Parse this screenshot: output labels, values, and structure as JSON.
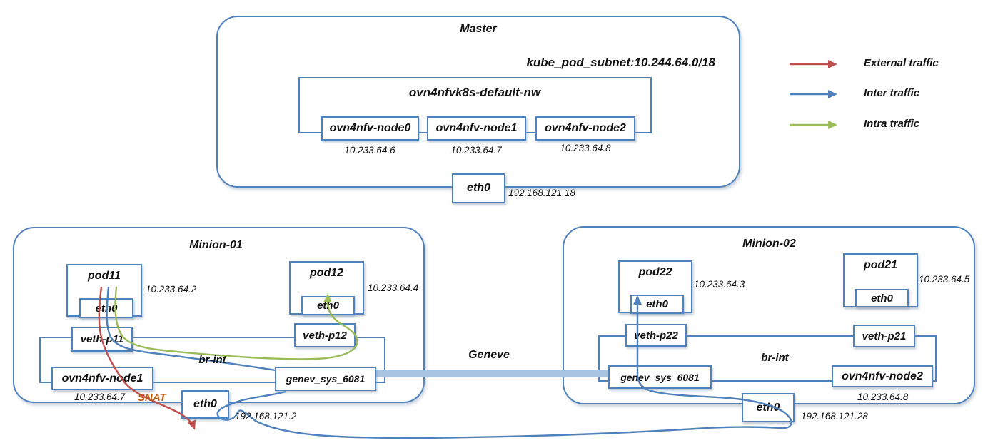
{
  "colors": {
    "box_border": "#4f81bd",
    "external_traffic": "#c0504d",
    "inter_traffic": "#4f81bd",
    "intra_traffic": "#9bbb59",
    "tunnel_band": "#a9c4e1",
    "snat_text": "#c55a11"
  },
  "legend": {
    "items": [
      {
        "label": "External traffic"
      },
      {
        "label": "Inter traffic"
      },
      {
        "label": "Intra traffic"
      }
    ]
  },
  "master": {
    "title": "Master",
    "subnet_label": "kube_pod_subnet:10.244.64.0/18",
    "network": {
      "name": "ovn4nfvk8s-default-nw",
      "nodes": [
        {
          "name": "ovn4nfv-node0",
          "ip": "10.233.64.6"
        },
        {
          "name": "ovn4nfv-node1",
          "ip": "10.233.64.7"
        },
        {
          "name": "ovn4nfv-node2",
          "ip": "10.233.64.8"
        }
      ]
    },
    "eth": {
      "name": "eth0",
      "ip": "192.168.121.18"
    }
  },
  "minion01": {
    "title": "Minion-01",
    "pods": [
      {
        "name": "pod11",
        "eth": "eth0",
        "ip": "10.233.64.2"
      },
      {
        "name": "pod12",
        "eth": "eth0",
        "ip": "10.233.64.4"
      }
    ],
    "veths": [
      {
        "name": "veth-p11"
      },
      {
        "name": "veth-p12"
      }
    ],
    "bridge": "br-int",
    "ovn_node": {
      "name": "ovn4nfv-node1",
      "ip": "10.233.64.7"
    },
    "tunnel_port": "genev_sys_6081",
    "eth": {
      "name": "eth0",
      "ip": "192.168.121.2"
    },
    "snat_label": "SNAT"
  },
  "minion02": {
    "title": "Minion-02",
    "pods": [
      {
        "name": "pod22",
        "eth": "eth0",
        "ip": "10.233.64.3"
      },
      {
        "name": "pod21",
        "eth": "eth0",
        "ip": "10.233.64.5"
      }
    ],
    "veths": [
      {
        "name": "veth-p22"
      },
      {
        "name": "veth-p21"
      }
    ],
    "bridge": "br-int",
    "tunnel_port": "genev_sys_6081",
    "ovn_node": {
      "name": "ovn4nfv-node2",
      "ip": "10.233.64.8"
    },
    "eth": {
      "name": "eth0",
      "ip": "192.168.121.28"
    }
  },
  "tunnel": {
    "label": "Geneve"
  }
}
